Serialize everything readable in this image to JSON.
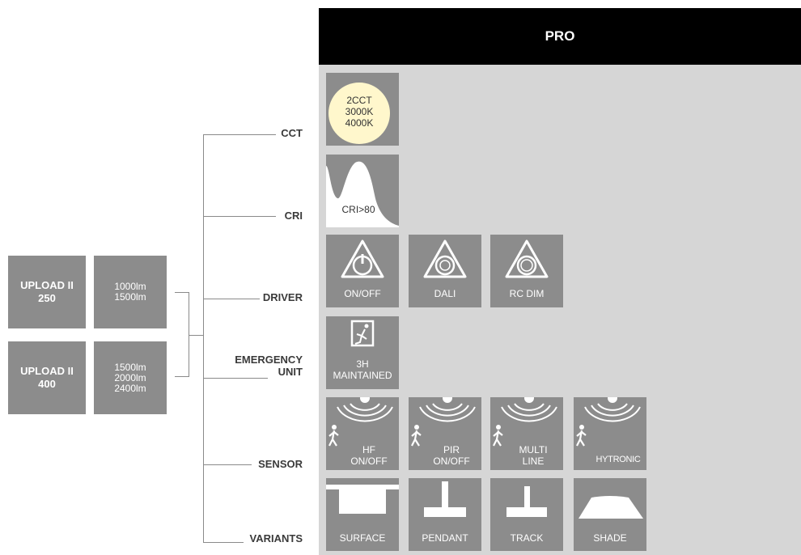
{
  "header": {
    "title": "PRO"
  },
  "models": [
    {
      "name": "UPLOAD II\n250",
      "lumens": "1000lm\n1500lm"
    },
    {
      "name": "UPLOAD II\n400",
      "lumens": "1500lm\n2000lm\n2400lm"
    }
  ],
  "categories": {
    "cct": "CCT",
    "cri": "CRI",
    "driver": "DRIVER",
    "emergency": "EMERGENCY\nUNIT",
    "sensor": "SENSOR",
    "variants": "VARIANTS"
  },
  "options": {
    "cct": {
      "label": "2CCT\n3000K\n4000K"
    },
    "cri": {
      "label": "CRI>80"
    },
    "driver": [
      {
        "label": "ON/OFF"
      },
      {
        "label": "DALI"
      },
      {
        "label": "RC DIM"
      }
    ],
    "emergency": {
      "label": "3H\nMAINTAINED"
    },
    "sensor": [
      {
        "label": "HF\nON/OFF"
      },
      {
        "label": "PIR\nON/OFF"
      },
      {
        "label": "MULTI\nLINE"
      },
      {
        "label": "HYTRONIC"
      }
    ],
    "variants": [
      {
        "label": "SURFACE"
      },
      {
        "label": "PENDANT"
      },
      {
        "label": "TRACK"
      },
      {
        "label": "SHADE"
      }
    ]
  },
  "colors": {
    "header_bg": "#000000",
    "panel_bg": "#d6d6d6",
    "tile_bg": "#8c8c8c",
    "cct_circle": "#fff7cc",
    "line": "#8a8a8a"
  }
}
